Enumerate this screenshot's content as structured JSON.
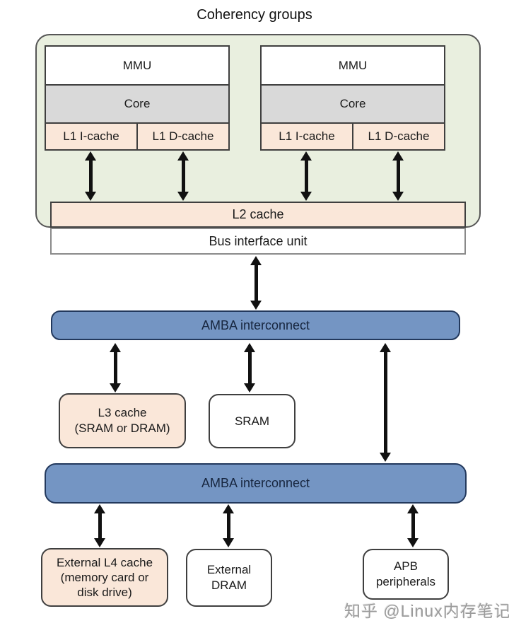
{
  "title": "Coherency groups",
  "colors": {
    "group_bg": "#e9efdf",
    "cache_fill": "#fae7d9",
    "core_fill": "#d9d9d9",
    "interconnect_fill": "#7495c3",
    "interconnect_text": "#17263f",
    "arrow": "#111111",
    "text": "#1a1a1a"
  },
  "coherency_group": {
    "cores": [
      {
        "mmu": "MMU",
        "core": "Core",
        "l1i": "L1 I-cache",
        "l1d": "L1 D-cache"
      },
      {
        "mmu": "MMU",
        "core": "Core",
        "l1i": "L1 I-cache",
        "l1d": "L1 D-cache"
      }
    ],
    "l2_label": "L2 cache"
  },
  "bus_interface_label": "Bus interface unit",
  "amba1_label": "AMBA interconnect",
  "l3_cache": {
    "lines": [
      "L3 cache",
      "(SRAM or DRAM)"
    ]
  },
  "sram_label": "SRAM",
  "amba2_label": "AMBA interconnect",
  "external_l4": {
    "lines": [
      "External L4 cache",
      "(memory card or",
      "disk drive)"
    ]
  },
  "external_dram": {
    "lines": [
      "External",
      "DRAM"
    ]
  },
  "apb": {
    "lines": [
      "APB",
      "peripherals"
    ]
  },
  "watermark": "知乎 @Linux内存笔记"
}
